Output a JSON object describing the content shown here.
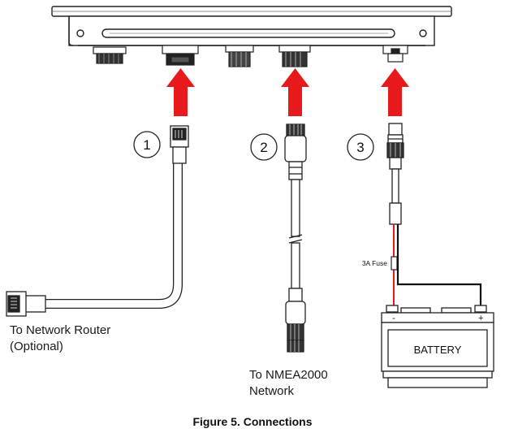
{
  "figure": {
    "caption": "Figure 5. Connections"
  },
  "callouts": [
    {
      "number": "1"
    },
    {
      "number": "2"
    },
    {
      "number": "3"
    }
  ],
  "labels": {
    "network_router_line1": "To Network Router",
    "network_router_line2": "(Optional)",
    "nmea_line1": "To NMEA2000",
    "nmea_line2": "Network",
    "fuse": "3A Fuse",
    "battery": "BATTERY",
    "battery_neg": "-",
    "battery_pos": "+"
  },
  "colors": {
    "arrow": "#e8191a",
    "positive_wire": "#e8191a",
    "negative_wire": "#111111",
    "outline": "#222222"
  }
}
